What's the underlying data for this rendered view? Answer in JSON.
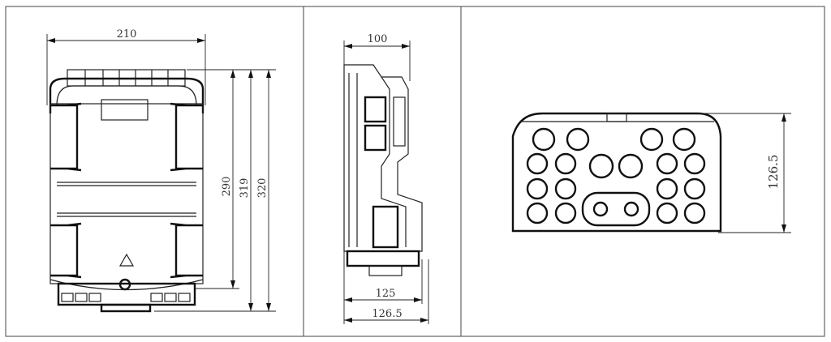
{
  "views": {
    "front": {
      "width_label": "210",
      "height_labels": [
        "290",
        "319",
        "320"
      ]
    },
    "side": {
      "top_label": "100",
      "bottom_labels": [
        "125",
        "126.5"
      ]
    },
    "bottom": {
      "height_label": "126.5"
    }
  }
}
